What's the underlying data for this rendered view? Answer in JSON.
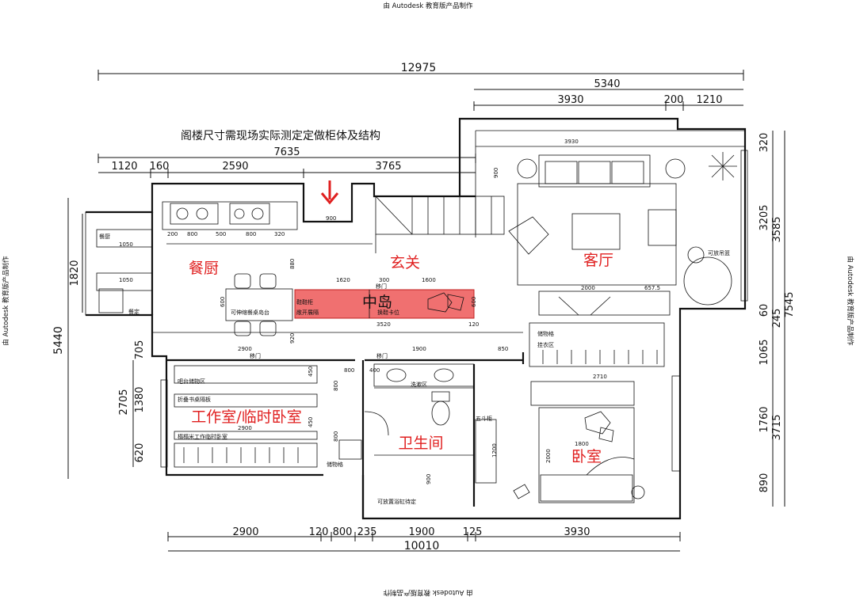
{
  "watermark": "由 Autodesk 教育版产品制作",
  "note": "阁楼尺寸需现场实际测定定做柜体及结构",
  "rooms": {
    "dining_kitchen": "餐厨",
    "entry": "玄关",
    "island": "中岛",
    "living": "客厅",
    "studio": "工作室/临时卧室",
    "bathroom": "卫生间",
    "bedroom": "卧室"
  },
  "dims": {
    "top_total": "12975",
    "top_right": "5340",
    "top_r1": "3930",
    "top_r2": "200",
    "top_r3": "1210",
    "mid_total": "7635",
    "mid_1": "1120",
    "mid_2": "160",
    "mid_3": "2590",
    "mid_4": "3765",
    "bot_1": "2900",
    "bot_2": "120",
    "bot_3": "800",
    "bot_4": "235",
    "bot_5": "1900",
    "bot_6": "125",
    "bot_7": "3930",
    "bot_total": "10010",
    "left_total": "5440",
    "left_1820": "1820",
    "left_705": "705",
    "left_2705": "2705",
    "left_1380": "1380",
    "left_620": "620",
    "right_320": "320",
    "right_3205": "3205",
    "right_3585": "3585",
    "right_60": "60",
    "right_245": "245",
    "right_7545": "7545",
    "right_1065": "1065",
    "right_1760": "1760",
    "right_3715": "3715",
    "right_890": "890"
  },
  "labels": {
    "l_900": "900",
    "k_200": "200",
    "k_800a": "800",
    "k_500": "500",
    "k_800b": "800",
    "k_320": "320",
    "k_1050a": "1050",
    "k_1050b": "1050",
    "balcony": "餐厨",
    "balcony2": "餐定",
    "h_1620": "1620",
    "h_300": "300",
    "h_1600": "1600",
    "h_yimen": "移门",
    "h_880": "880",
    "h_600": "600",
    "h_600b": "600",
    "h_920": "920",
    "h_120": "120",
    "h_3520": "3520",
    "shoes": "鞋鞋柜",
    "open_part": "敞开展隔",
    "change_seat": "换鞋卡位",
    "table": "可伸缩餐桌岛台",
    "studio_2900": "2900",
    "studio_door": "移门",
    "bar_storage": "吧台储物区",
    "fold_desk": "折叠书桌隔板",
    "studio_2900b": "2900",
    "tatami": "榻榻米工作临时卧室",
    "s_450": "450",
    "s_450b": "450",
    "s_800": "800",
    "s_800b": "800",
    "bath_door": "移门",
    "bath_1900": "1900",
    "wash": "洗漱区",
    "bath_800": "800",
    "bath_400": "400",
    "storage": "储物格",
    "bath_900": "900",
    "bathtub": "可放置浴缸待定",
    "liv_3930": "3930",
    "liv_900": "900",
    "liv_2000": "2000",
    "liv_657": "657.5",
    "hanging": "可放吊篮",
    "bed_850": "850",
    "bed_storage": "储物格",
    "bed_cloth": "挂衣区",
    "bed_2710": "2710",
    "five_drawer": "五斗柜",
    "bed_1200": "1200",
    "bed_1800": "1800",
    "bed_2000": "2000"
  }
}
